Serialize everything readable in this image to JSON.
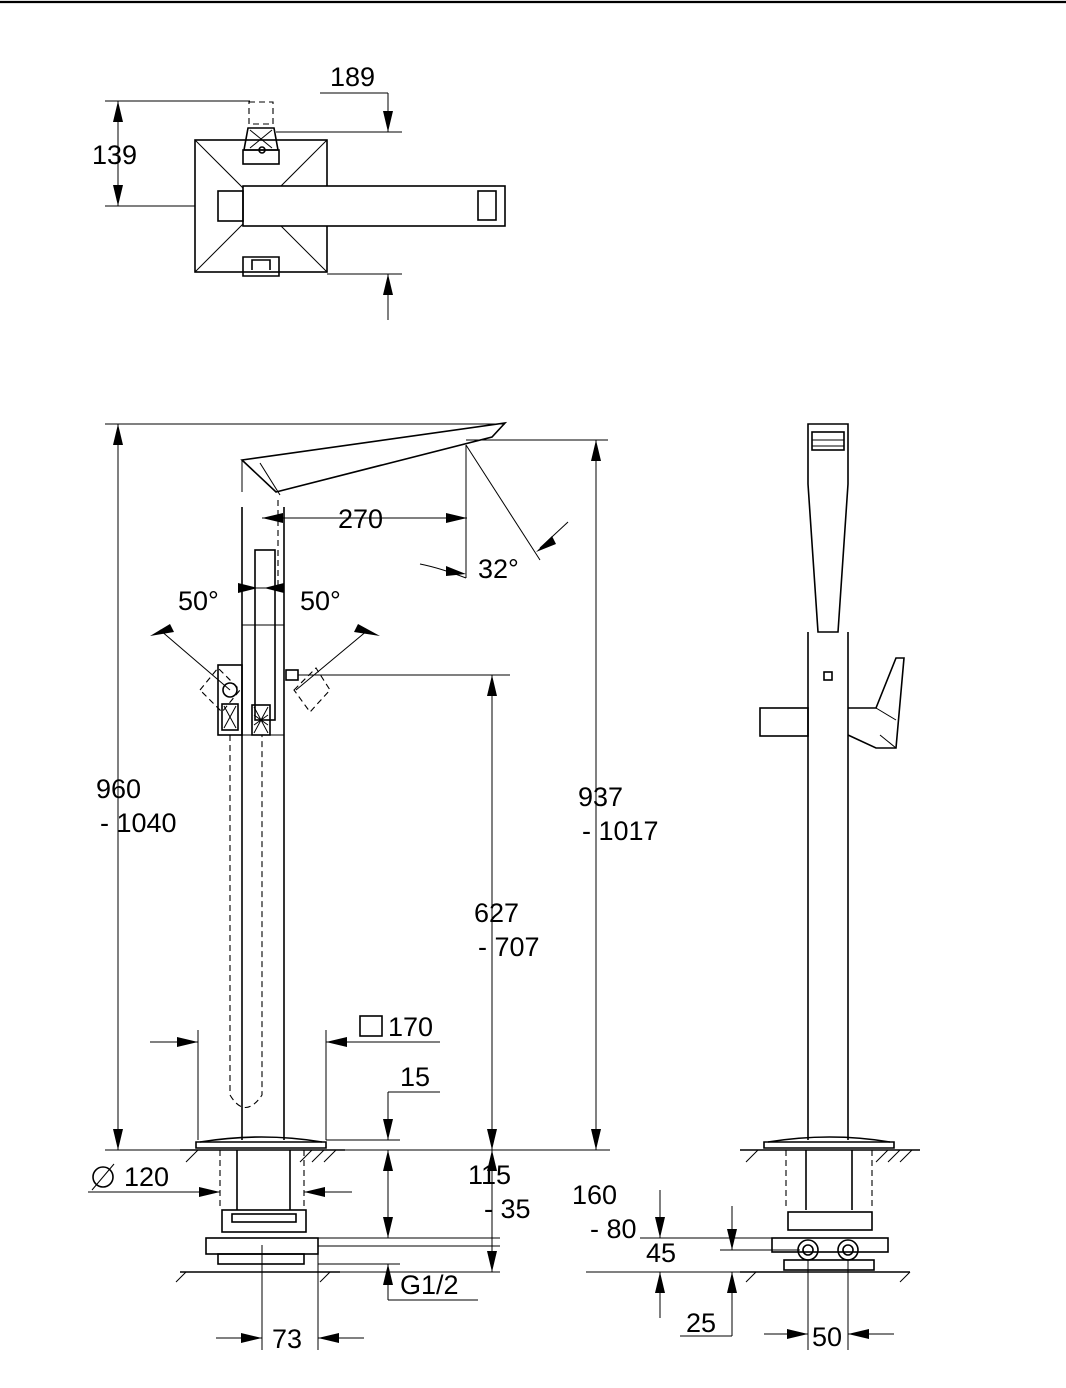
{
  "dimensions": {
    "top_view_width": "189",
    "top_view_depth": "139",
    "spout_reach": "270",
    "spout_angle": "32°",
    "swivel_left": "50°",
    "swivel_right": "50°",
    "total_height_a": "960",
    "total_height_b": "- 1040",
    "outlet_height_a": "937",
    "outlet_height_b": "- 1017",
    "handle_height_a": "627",
    "handle_height_b": "- 707",
    "base_square": "170",
    "base_plate": "15",
    "flange_diameter": "120",
    "install_depth_a": "115",
    "install_depth_b": "- 35",
    "install_depth_c": "160",
    "install_depth_d": "- 80",
    "connection_height": "45",
    "thread": "G1/2",
    "pipe_spacing": "73",
    "floor_offset": "25",
    "connection_spacing": "50"
  },
  "symbols": {
    "diameter": "∅",
    "square": "□"
  }
}
